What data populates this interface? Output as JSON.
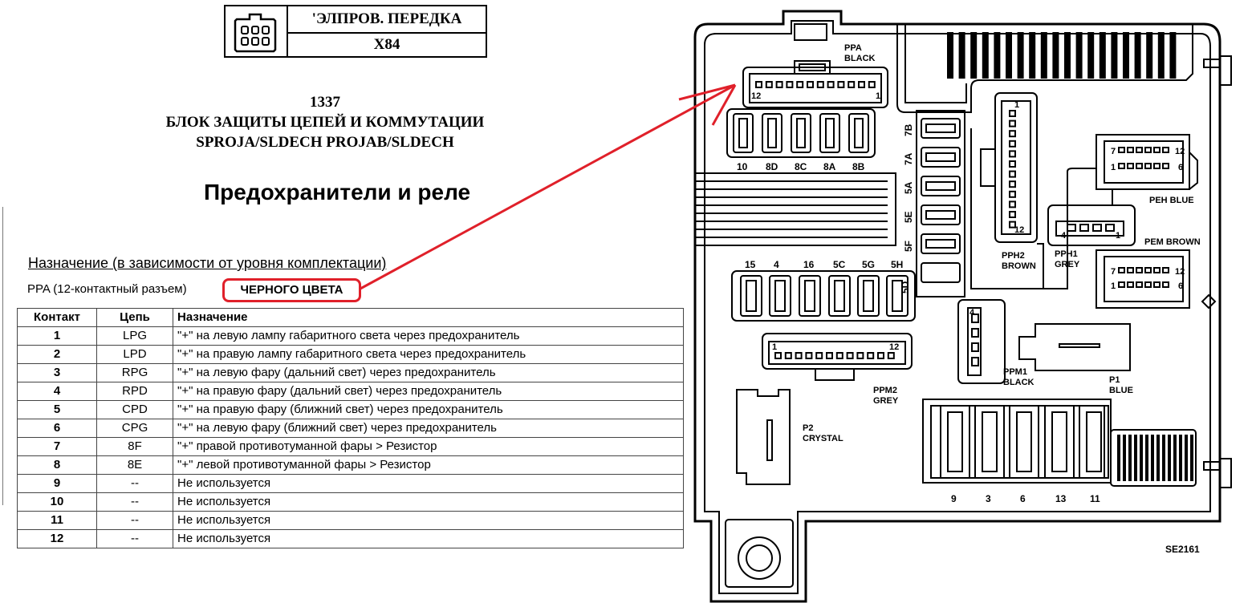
{
  "header": {
    "connector_name": "'ЭЛПРОВ. ПЕРЕДКА",
    "connector_code": "X84"
  },
  "title": {
    "number": "1337",
    "line1": "БЛОК ЗАЩИТЫ ЦЕПЕЙ И КОММУТАЦИИ",
    "line2": "SPROJA/SLDECH PROJAB/SLDECH"
  },
  "subtitle": "Предохранители и реле",
  "purpose_heading": "Назначение (в зависимости от уровня комплектации)",
  "ppa_line": "PPA (12-контактный разъем)",
  "ppa_highlight": "ЧЕРНОГО ЦВЕТА",
  "colors": {
    "highlight": "#e0202a",
    "arrow": "#e0202a"
  },
  "table": {
    "headers": [
      "Контакт",
      "Цепь",
      "Назначение"
    ],
    "rows": [
      [
        "1",
        "LPG",
        "\"+\" на левую лампу габаритного света через предохранитель"
      ],
      [
        "2",
        "LPD",
        "\"+\" на правую лампу габаритного света через предохранитель"
      ],
      [
        "3",
        "RPG",
        "\"+\" на левую фару (дальний свет) через предохранитель"
      ],
      [
        "4",
        "RPD",
        "\"+\" на правую фару (дальний свет) через предохранитель"
      ],
      [
        "5",
        "CPD",
        "\"+\" на правую фару (ближний свет) через предохранитель"
      ],
      [
        "6",
        "CPG",
        "\"+\" на левую фару (ближний свет) через предохранитель"
      ],
      [
        "7",
        "8F",
        "\"+\" правой противотуманной фары > Резистор"
      ],
      [
        "8",
        "8E",
        "\"+\" левой противотуманной фары > Резистор"
      ],
      [
        "9",
        "--",
        "Не используется"
      ],
      [
        "10",
        "--",
        "Не используется"
      ],
      [
        "11",
        "--",
        "Не используется"
      ],
      [
        "12",
        "--",
        "Не используется"
      ]
    ]
  },
  "diagram": {
    "ppa_label": [
      "PPA",
      "BLACK"
    ],
    "ppa_pins": [
      "12",
      "1"
    ],
    "fuse_row_top": [
      "10",
      "8D",
      "8C",
      "8A",
      "8B"
    ],
    "fuse_col": [
      "7B",
      "7A",
      "5A",
      "5E",
      "5F"
    ],
    "fuse_5d": "5D",
    "fuse_row_mid": [
      "15",
      "4",
      "16",
      "5C",
      "5G",
      "5H"
    ],
    "fuse_row_bottom": [
      "9",
      "3",
      "6",
      "13",
      "11"
    ],
    "pph2_label": [
      "PPH2",
      "BROWN"
    ],
    "pph2_pins": [
      "1",
      "12"
    ],
    "pph1_label": [
      "PPH1",
      "GREY"
    ],
    "pph1_pins": [
      "4",
      "1"
    ],
    "peh_label": "PEH BLUE",
    "peh_pins": [
      "7",
      "12",
      "1",
      "6"
    ],
    "pem_label": "PEM BROWN",
    "pem_pins": [
      "7",
      "12",
      "1",
      "6"
    ],
    "ppm2_label": [
      "PPM2",
      "GREY"
    ],
    "ppm2_pins": [
      "1",
      "12"
    ],
    "ppm1_label": [
      "PPM1",
      "BLACK"
    ],
    "ppm1_pin": "4",
    "p1_label": [
      "P1",
      "BLUE"
    ],
    "p2_label": [
      "P2",
      "CRYSTAL"
    ],
    "ref": "SE2161"
  }
}
